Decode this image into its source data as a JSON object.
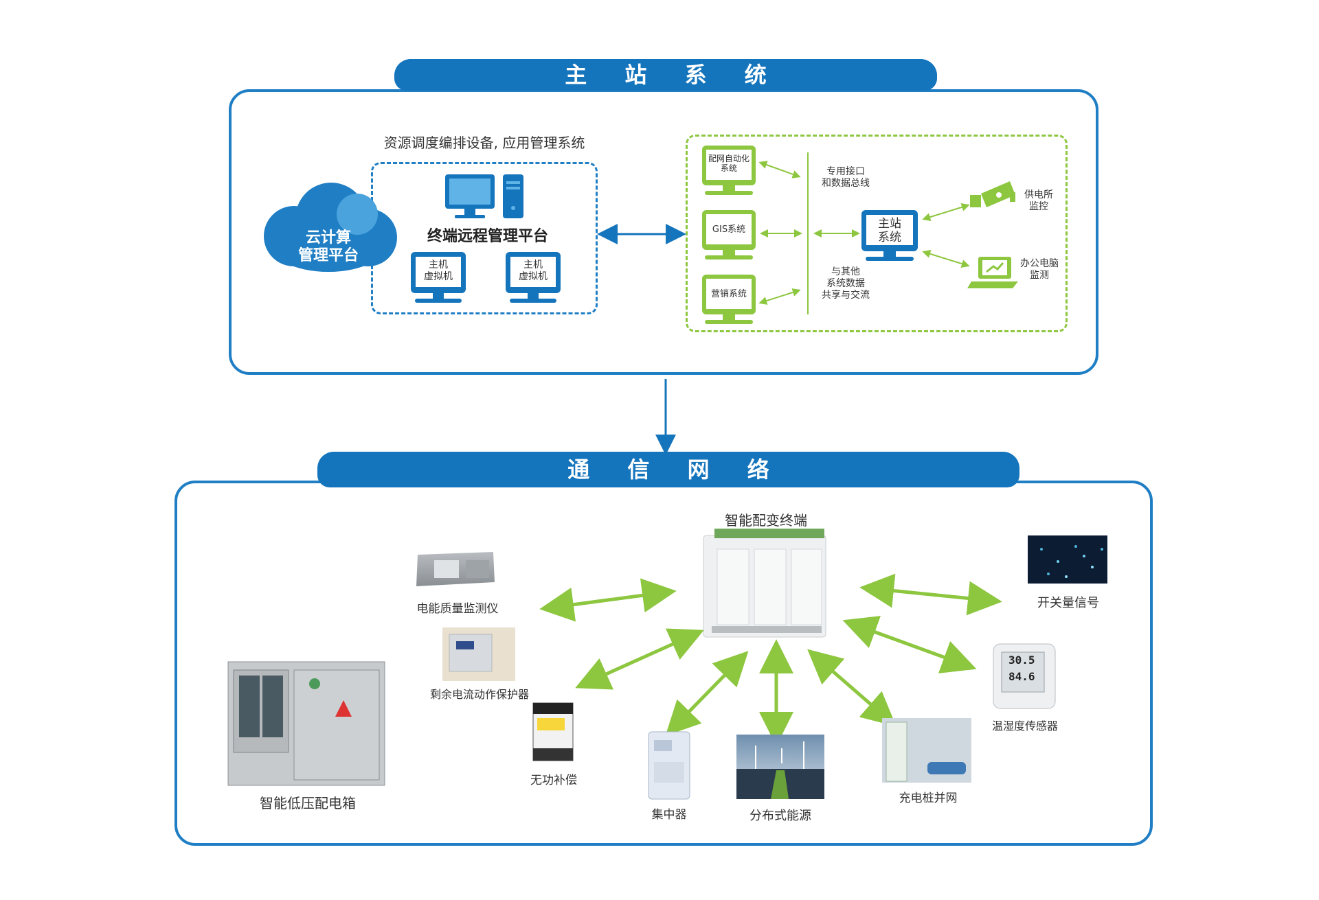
{
  "top_banner": "主 站 系 统",
  "bottom_banner": "通 信 网 络",
  "top_panel": {
    "subtitle": "资源调度编排设备, 应用管理系统",
    "cloud": [
      "云计算",
      "管理平台"
    ],
    "platform_title": "终端远程管理平台",
    "vm_left": [
      "主机",
      "虚拟机"
    ],
    "vm_right": [
      "主机",
      "虚拟机"
    ],
    "green_systems": [
      {
        "label": [
          "配网自动化",
          "系统"
        ]
      },
      {
        "label": [
          "GIS系统"
        ]
      },
      {
        "label": [
          "营销系统"
        ]
      }
    ],
    "bus_label_top": [
      "专用接口",
      "和数据总线"
    ],
    "bus_label_bottom": [
      "与其他",
      "系统数据",
      "共享与交流"
    ],
    "master_station": [
      "主站",
      "系统"
    ],
    "camera_label": [
      "供电所",
      "监控"
    ],
    "laptop_label": [
      "办公电脑",
      "监测"
    ]
  },
  "bottom_panel": {
    "terminal_title": "智能配变终端",
    "devices": {
      "power_quality": "电能质量监测仪",
      "residual_current": "剩余电流动作保护器",
      "reactive": "无功补偿",
      "concentrator": "集中器",
      "distributed_energy": "分布式能源",
      "charging": "充电桩并网",
      "temp_humidity": "温湿度传感器",
      "switch_signal": "开关量信号",
      "lv_box": "智能低压配电箱"
    },
    "sensor_readings": [
      "30.5",
      "84.6"
    ]
  },
  "colors": {
    "blue": "#1474bc",
    "green": "#8dc63f"
  }
}
